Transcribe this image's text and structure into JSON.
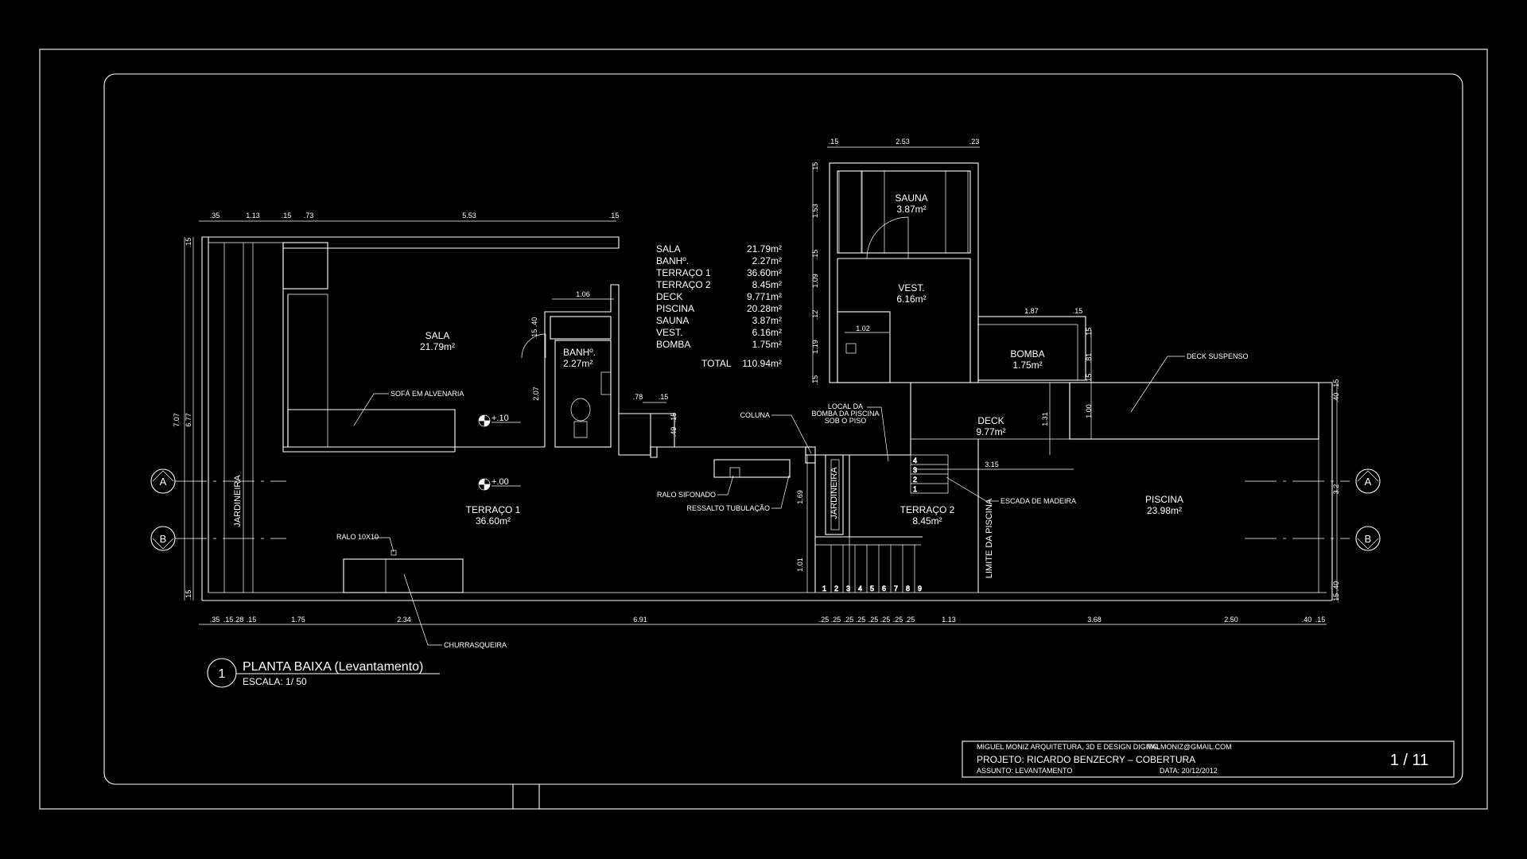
{
  "rooms": [
    {
      "name": "SALA",
      "area": "21.79m²"
    },
    {
      "name": "BANHº.",
      "area": "2.27m²"
    },
    {
      "name": "SAUNA",
      "area": "3.87m²"
    },
    {
      "name": "VEST.",
      "area": "6.16m²"
    },
    {
      "name": "BOMBA",
      "area": "1.75m²"
    },
    {
      "name": "DECK",
      "area": "9.77m²"
    },
    {
      "name": "TERRAÇO 1",
      "area": "36.60m²"
    },
    {
      "name": "TERRAÇO 2",
      "area": "8.45m²"
    },
    {
      "name": "PISCINA",
      "area": "23.98m²"
    }
  ],
  "area_table": {
    "rows": [
      {
        "label": "SALA",
        "value": "21.79m²"
      },
      {
        "label": "BANHº.",
        "value": "2.27m²"
      },
      {
        "label": "TERRAÇO 1",
        "value": "36.60m²"
      },
      {
        "label": "TERRAÇO 2",
        "value": "8.45m²"
      },
      {
        "label": "DECK",
        "value": "9.771m²"
      },
      {
        "label": "PISCINA",
        "value": "20.28m²"
      },
      {
        "label": "SAUNA",
        "value": "3.87m²"
      },
      {
        "label": "VEST.",
        "value": "6.16m²"
      },
      {
        "label": "BOMBA",
        "value": "1.75m²"
      }
    ],
    "total_label": "TOTAL",
    "total_value": "110.94m²"
  },
  "labels": {
    "sofa": "SOFÁ EM ALVENARIA",
    "deck_suspenso": "DECK SUSPENSO",
    "coluna": "COLUNA",
    "local_bomba_1": "LOCAL DA",
    "local_bomba_2": "BOMBA DA PISCINA",
    "local_bomba_3": "SOB O PISO",
    "ralo_sifonado": "RALO SIFONADO",
    "ressalto": "RESSALTO TUBULAÇÃO",
    "escada": "ESCADA DE MADEIRA",
    "ralo_10x10": "RALO 10X10",
    "churrasqueira": "CHURRASQUEIRA",
    "jardineira": "JARDINEIRA",
    "limite_piscina": "LIMITE DA PISCINA",
    "level_1": "+.10",
    "level_2": "+.00"
  },
  "section_markers": [
    "A",
    "B"
  ],
  "dims_top": [
    ".35",
    "1.13",
    ".15",
    ".73",
    "5.53",
    ".15"
  ],
  "dims_sauna_top": [
    ".15",
    "2.53",
    ".23"
  ],
  "dims_bottom": [
    ".35",
    ".15",
    ".28",
    ".15",
    "1.75",
    "2.34",
    "6.91",
    ".25",
    ".25",
    ".25",
    ".25",
    ".25",
    ".25",
    ".25",
    ".25",
    "1.13",
    "3.68",
    "2.50",
    ".40",
    ".15"
  ],
  "dims_left": [
    ".15",
    "7.07",
    "6.77",
    ".15"
  ],
  "dims_sauna_left": [
    ".15",
    "1.53",
    ".15",
    "1.09",
    ".12",
    "1.19",
    ".15"
  ],
  "dims_misc": [
    "1.06",
    ".40",
    ".15",
    "2.07",
    ".78",
    ".15",
    ".49",
    ".15",
    "1.87",
    ".15",
    "1.02",
    ".15",
    ".81",
    ".15",
    "1.31",
    "1.00",
    "3.15",
    "1.69",
    "1.01",
    ".15",
    ".40",
    "3.2",
    ".40",
    ".15"
  ],
  "stair_numbers": [
    "1",
    "2",
    "3",
    "4",
    "5",
    "6",
    "7",
    "8",
    "9"
  ],
  "stair2_numbers": [
    "1",
    "2",
    "3",
    "4"
  ],
  "drawing_title": {
    "number": "1",
    "title": "PLANTA BAIXA (Levantamento)",
    "scale": "ESCALA: 1/ 50"
  },
  "title_block": {
    "office": "MIGUEL MONIZ ARQUITETURA, 3D E DESIGN DIGITAL",
    "email": "MG.MONIZ@GMAIL.COM",
    "project": "PROJETO:  RICARDO BENZECRY – COBERTURA",
    "subject": "ASSUNTO:  LEVANTAMENTO",
    "date": "DATA:  20/12/2012",
    "sheet": "1  /  11"
  },
  "colors": {
    "background": "#000000",
    "lines": "#ffffff"
  }
}
